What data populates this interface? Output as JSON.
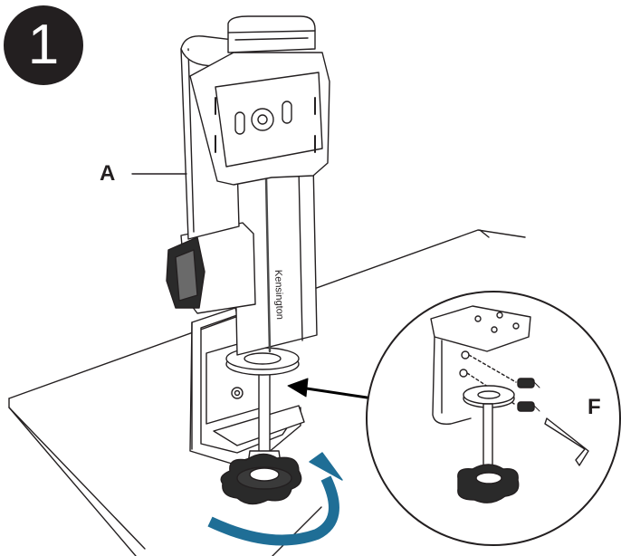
{
  "step": {
    "number": "1"
  },
  "callouts": {
    "a": "A",
    "f": "F"
  },
  "product": {
    "brand": "Kensington"
  },
  "colors": {
    "ink": "#231f20",
    "arrow": "#1f6e96",
    "badge": "#231f20"
  }
}
